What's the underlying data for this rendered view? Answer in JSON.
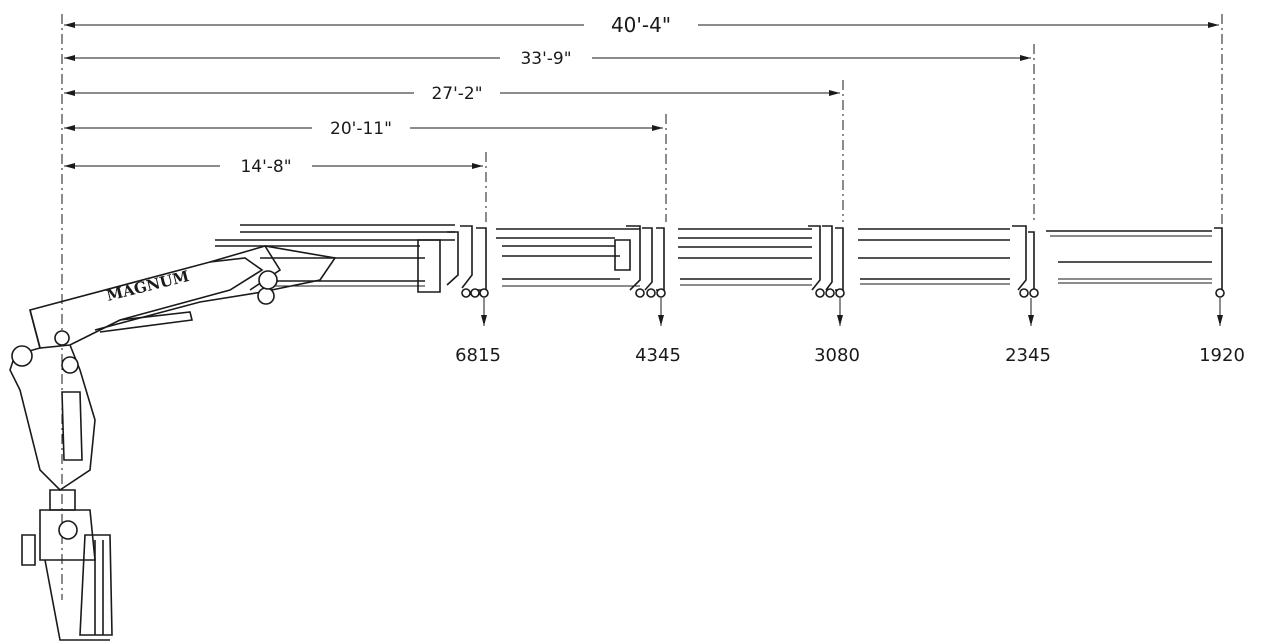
{
  "brand_label": "MAGNUM",
  "reach_dimensions": [
    {
      "label": "40'-4\""
    },
    {
      "label": "33'-9\""
    },
    {
      "label": "27'-2\""
    },
    {
      "label": "20'-11\""
    },
    {
      "label": "14'-8\""
    }
  ],
  "capacities": [
    {
      "value": "6815"
    },
    {
      "value": "4345"
    },
    {
      "value": "3080"
    },
    {
      "value": "2345"
    },
    {
      "value": "1920"
    }
  ]
}
